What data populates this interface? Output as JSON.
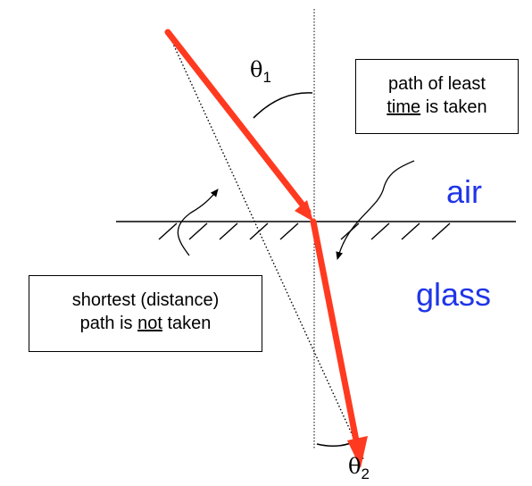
{
  "labels": {
    "theta1_symbol": "θ",
    "theta1_sub": "1",
    "theta2_symbol": "θ",
    "theta2_sub": "2",
    "medium_top": "air",
    "medium_bottom": "glass"
  },
  "boxes": {
    "least_time": {
      "line1": "path of least",
      "line2_underlined": "time",
      "line2_rest": " is taken"
    },
    "shortest": {
      "line1": "shortest (distance)",
      "line2_prefix": "path is ",
      "line2_underlined": "not",
      "line2_rest": " taken"
    }
  },
  "colors": {
    "ray": "#ff3a20",
    "medium_label": "#1f35e8",
    "lines": "#000000"
  }
}
